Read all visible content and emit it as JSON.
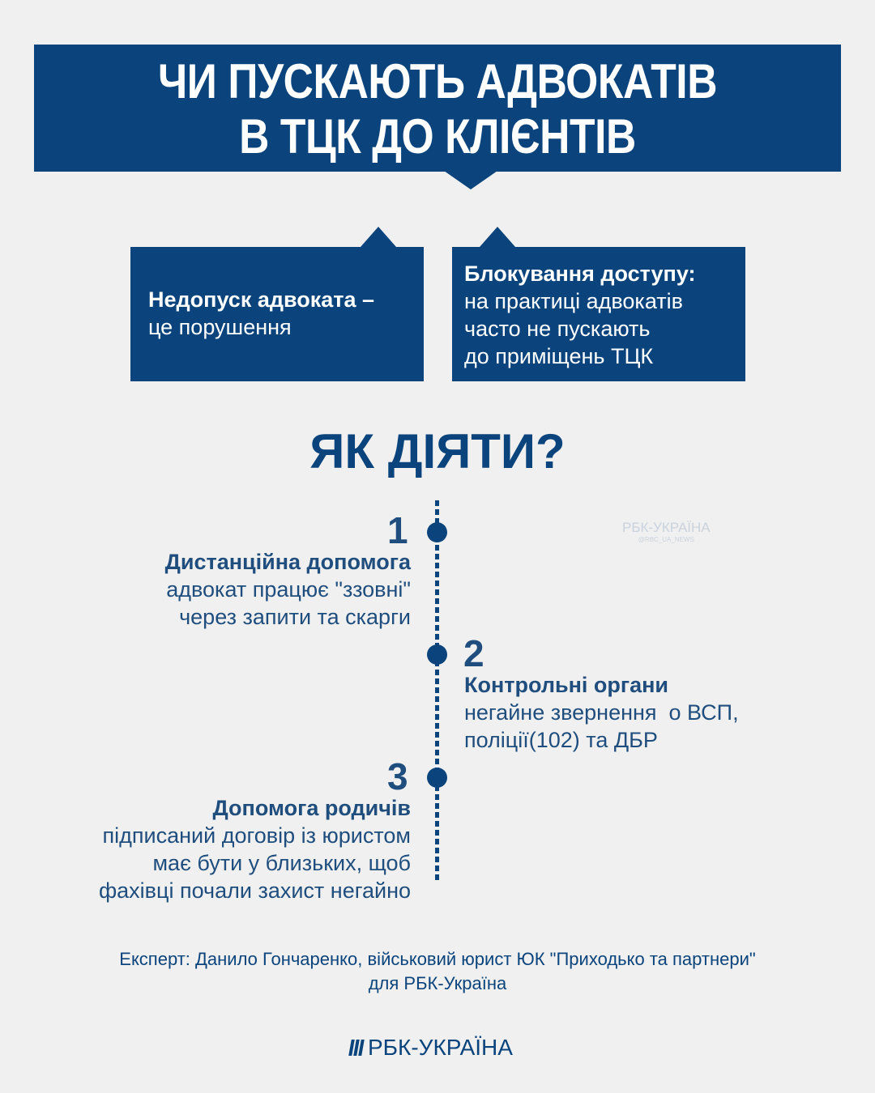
{
  "header": {
    "title_line1": "ЧИ ПУСКАЮТЬ АДВОКАТІВ",
    "title_line2": "В ТЦК ДО КЛІЄНТІВ"
  },
  "cards": [
    {
      "bold": "Недопуск адвоката –",
      "text_lines": [
        "це порушення"
      ]
    },
    {
      "bold": "Блокування доступу:",
      "text_lines": [
        "на практиці адвокатів",
        "часто не пускають",
        "до приміщень ТЦК"
      ]
    }
  ],
  "how_title": "ЯК ДІЯТИ?",
  "steps": [
    {
      "number": "1",
      "title": "Дистанційна допомога",
      "lines": [
        "адвокат працює \"ззовні\"",
        "через запити та скарги"
      ]
    },
    {
      "number": "2",
      "title": "Контрольні органи",
      "lines": [
        "негайне звернення  о ВСП,",
        "поліції(102) та ДБР"
      ]
    },
    {
      "number": "3",
      "title": "Допомога родичів",
      "lines": [
        "підписаний договір із юристом",
        "має бути у близьких, щоб",
        "фахівці почали захист негайно"
      ]
    }
  ],
  "watermark": {
    "brand": "РБК-УКРАЇНА",
    "handle": "@RBC_UA_NEWS"
  },
  "expert": {
    "line1": "Експерт: Данило Гончаренко, військовий юрист ЮК \"Приходько та партнери\"",
    "line2": "для РБК-Україна"
  },
  "logo": {
    "text": "РБК-УКРАЇНА",
    "icon": "rbc-logo-icon"
  },
  "colors": {
    "primary": "#0b447c",
    "text": "#1f4e7e",
    "background": "#f0f0f0"
  }
}
